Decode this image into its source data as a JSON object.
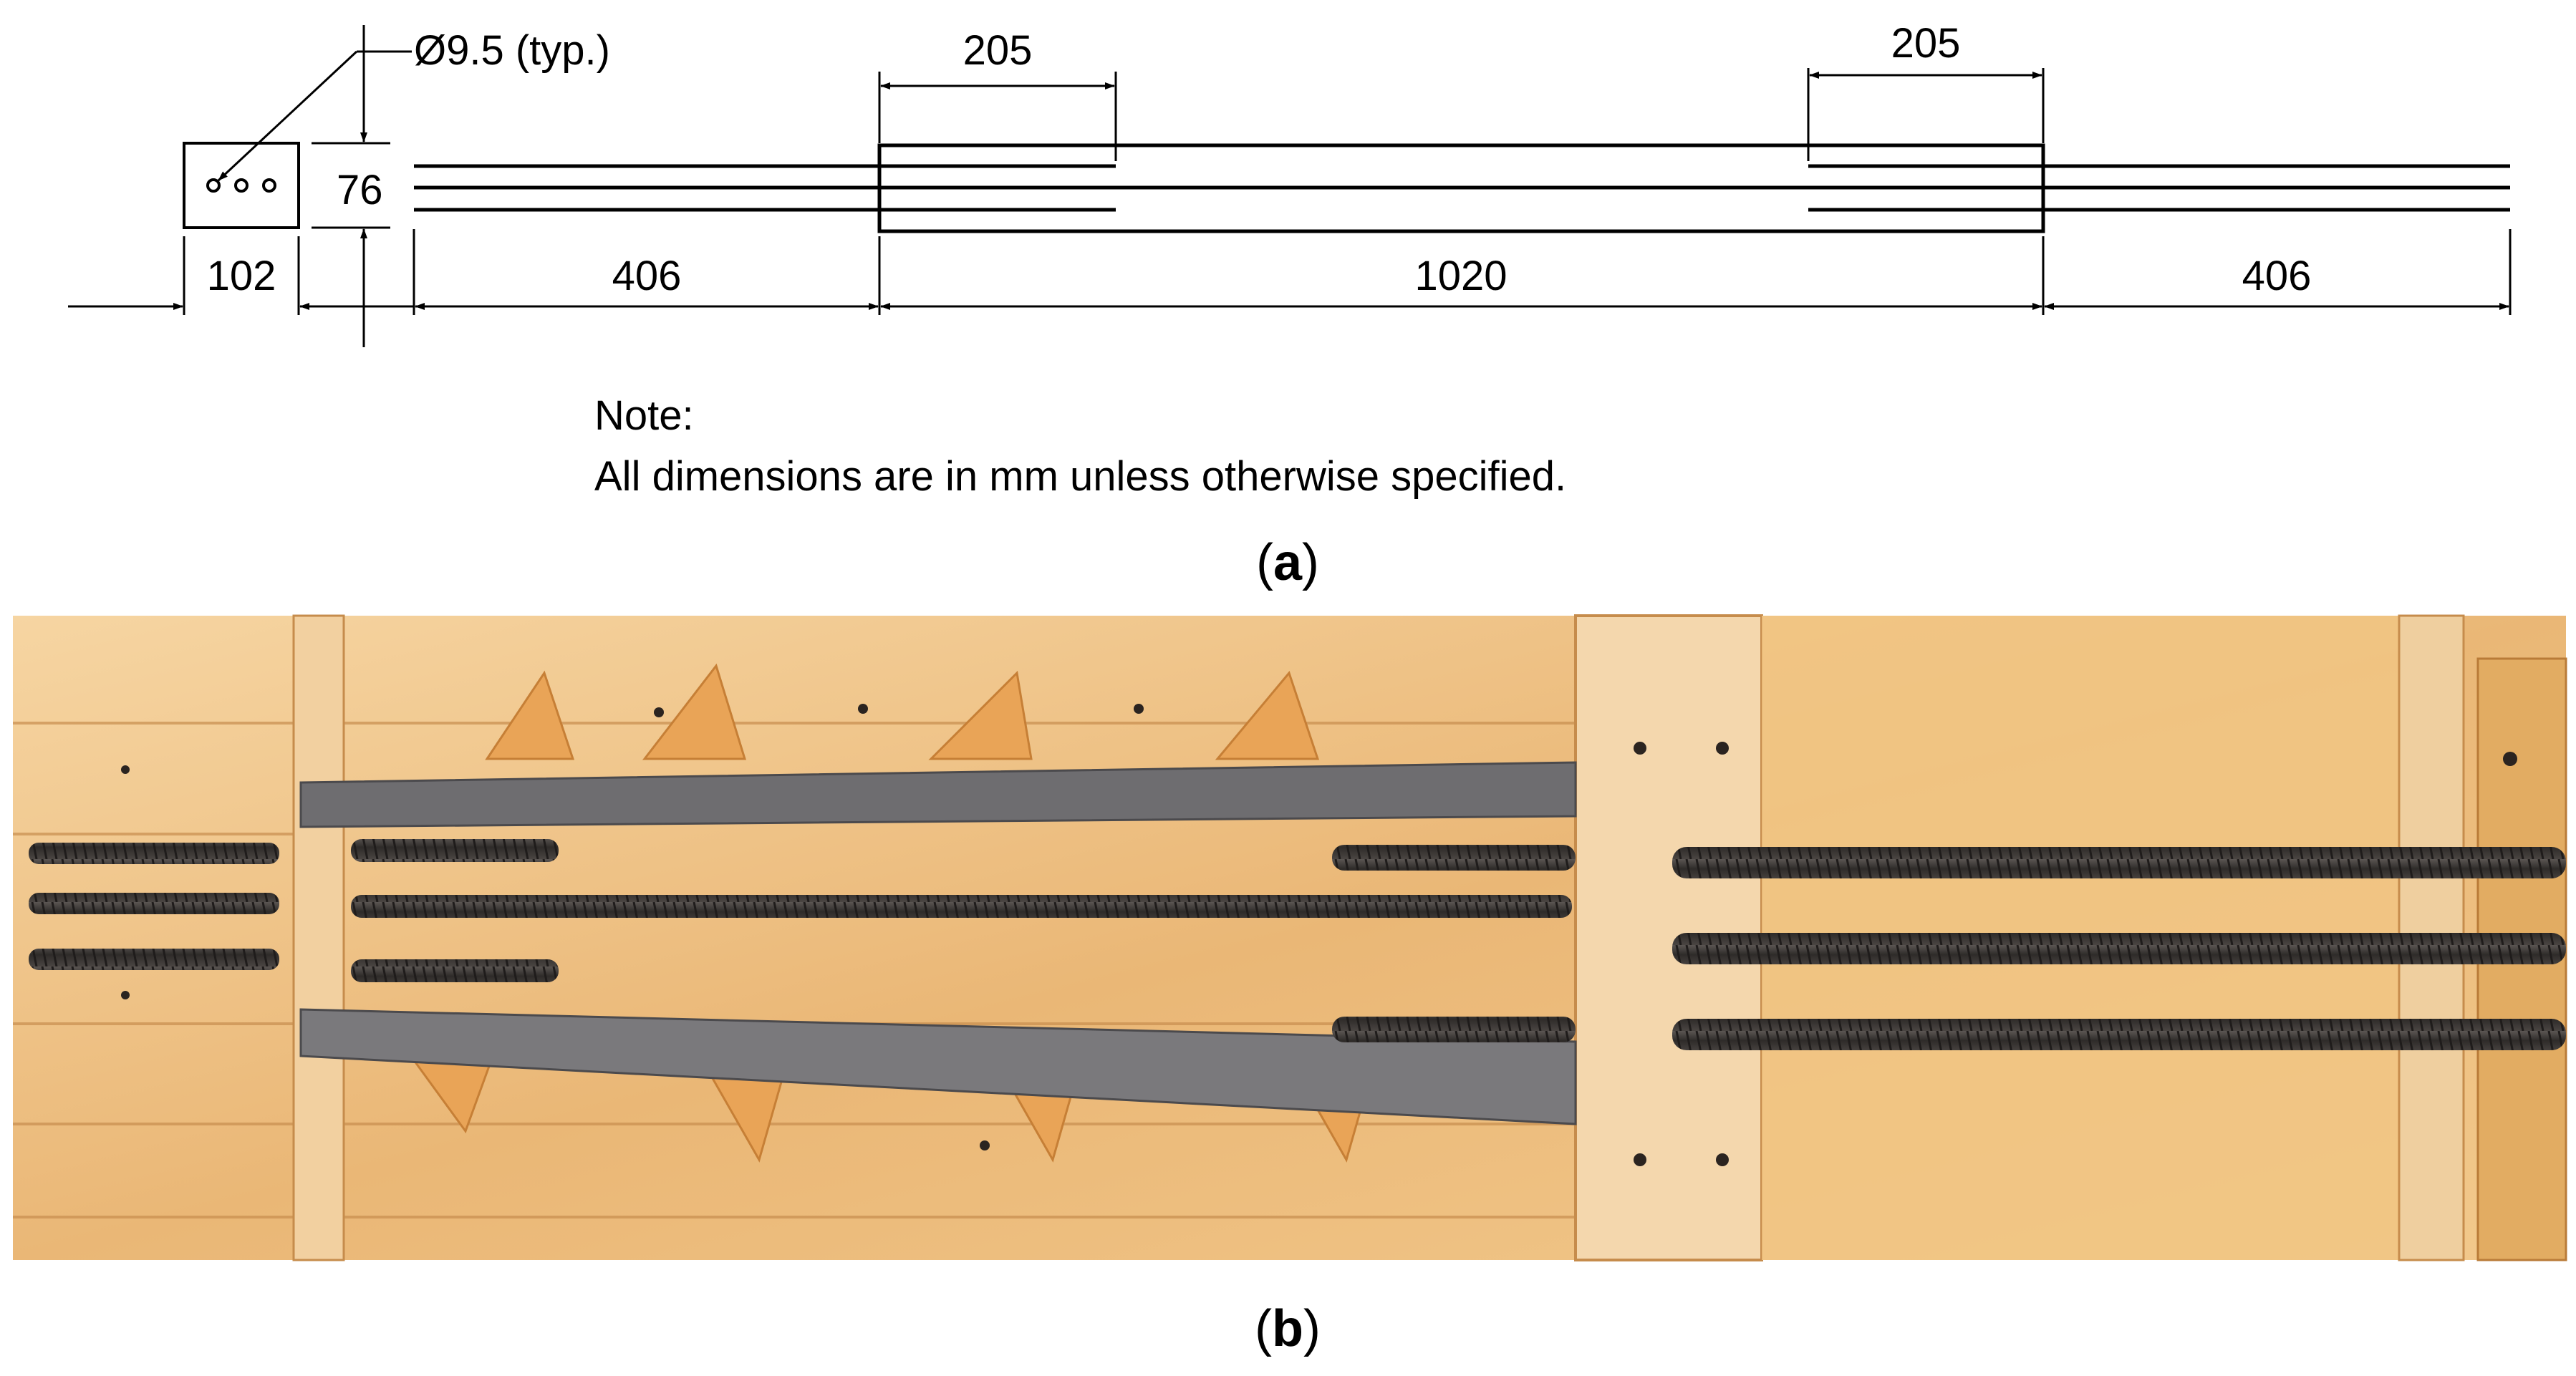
{
  "panel_a": {
    "caption_letter": "a",
    "callout": "Ø9.5 (typ.)",
    "dims": {
      "section_width": "102",
      "section_height": "76",
      "left_end": "406",
      "mid_length": "1020",
      "right_end": "406",
      "lap_left": "205",
      "lap_right": "205"
    },
    "note_title": "Note:",
    "note_text": "All dimensions are in mm unless otherwise specified."
  },
  "panel_b": {
    "caption_letter": "b"
  },
  "colors": {
    "line": "#000000",
    "wood_light": "#f3c98f",
    "wood_mid": "#e7a75f",
    "wood_dark": "#c98740",
    "rebar": "#3d3a38",
    "plank": "#6f6e70"
  }
}
